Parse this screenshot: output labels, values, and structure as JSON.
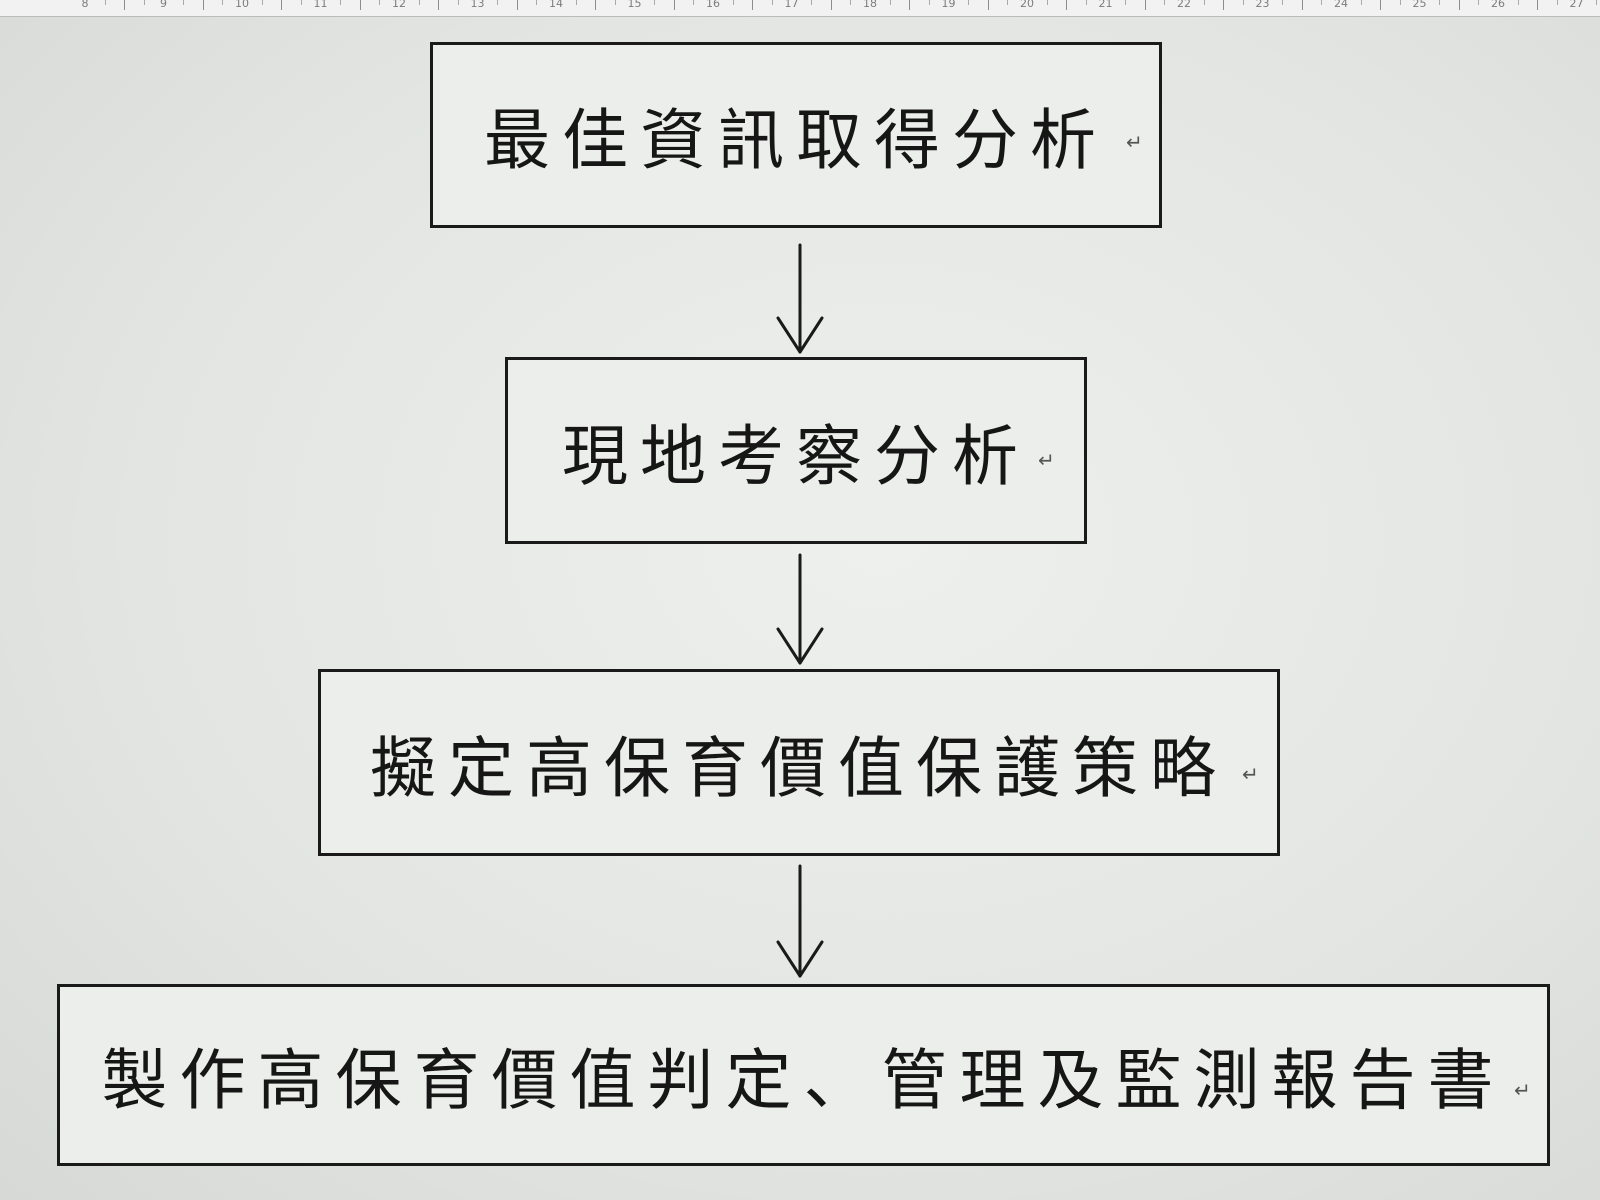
{
  "ruler": {
    "numbers": [
      "8",
      "9",
      "10",
      "11",
      "12",
      "13",
      "14",
      "15",
      "16",
      "17",
      "18",
      "19",
      "20",
      "21",
      "22",
      "23",
      "24",
      "25",
      "26",
      "27"
    ]
  },
  "flowchart": {
    "steps": [
      {
        "label": "最佳資訊取得分析"
      },
      {
        "label": "現地考察分析"
      },
      {
        "label": "擬定高保育價值保護策略"
      },
      {
        "label": "製作高保育價值判定、管理及監測報告書"
      }
    ],
    "paragraph_mark": "↵"
  },
  "colors": {
    "page_background": "#e3e6e3",
    "box_border": "#1a1a1a",
    "text": "#161616"
  }
}
